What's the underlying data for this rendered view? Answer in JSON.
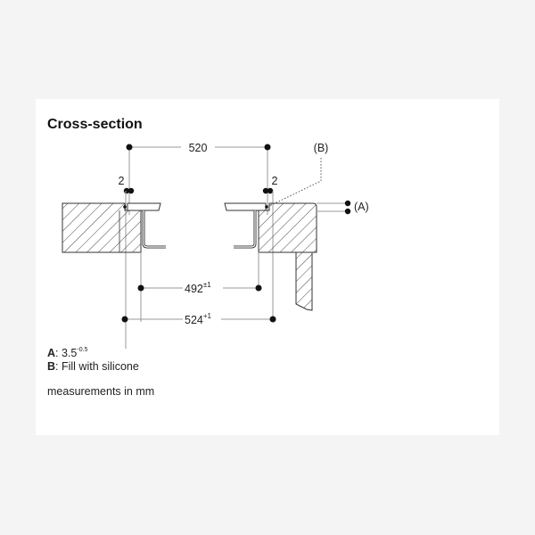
{
  "title": "Cross-section",
  "dimensions": {
    "top_width": "520",
    "left_gap": "2",
    "right_gap": "2",
    "inner_cutout": "492",
    "inner_cutout_tolerance": "±1",
    "outer_cutout": "524",
    "outer_cutout_tolerance": "+1"
  },
  "callouts": {
    "a_label": "(A)",
    "b_label": "(B)"
  },
  "legend": {
    "a_key": "A",
    "a_value": "3.5",
    "a_tolerance": "-0.5",
    "b_key": "B",
    "b_value": "Fill with silicone"
  },
  "units_note": "measurements in mm",
  "colors": {
    "page_background": "#f4f4f4",
    "card_background": "#ffffff",
    "line": "#9a9a9a",
    "outline": "#333333",
    "text": "#222222"
  }
}
